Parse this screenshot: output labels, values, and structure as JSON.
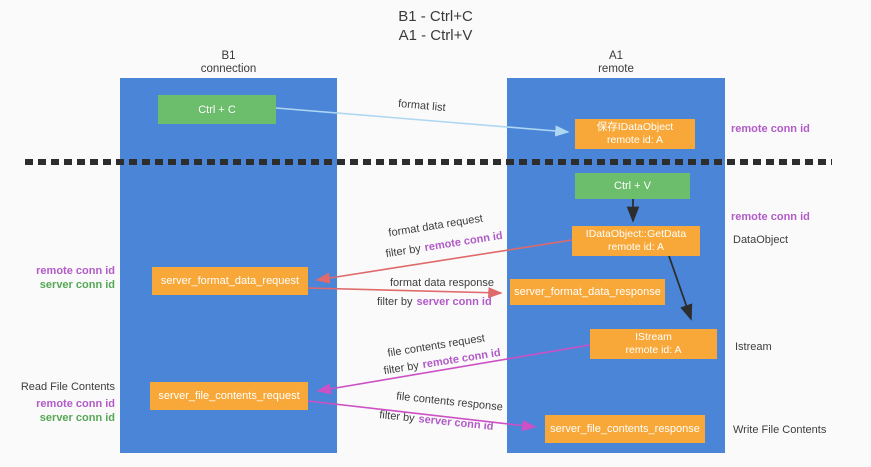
{
  "title": {
    "line1": "B1 - Ctrl+C",
    "line2": "A1 - Ctrl+V"
  },
  "columns": {
    "left": {
      "name_line": "B1",
      "role_line": "connection"
    },
    "right": {
      "name_line": "A1",
      "role_line": "remote"
    }
  },
  "nodes": {
    "ctrl_c": "Ctrl + C",
    "ctrl_v": "Ctrl + V",
    "save_dataobject": {
      "line1": "保存IDataObject",
      "line2": "remote id: A"
    },
    "getdata": {
      "line1": "IDataObject::GetData",
      "line2": "remote id: A"
    },
    "istream": {
      "line1": "IStream",
      "line2": "remote id: A"
    },
    "server_format_data_request": "server_format_data_request",
    "server_format_data_response": "server_format_data_response",
    "server_file_contents_request": "server_file_contents_request",
    "server_file_contents_response": "server_file_contents_response"
  },
  "edge_labels": {
    "format_list": "format list",
    "format_data_request": "format data request",
    "format_data_response": "format data response",
    "file_contents_request": "file contents request",
    "file_contents_response": "file contents response",
    "filter_by": "filter by",
    "remote_conn_id": "remote conn id",
    "server_conn_id": "server conn id"
  },
  "side_labels": {
    "right_remote_conn_id_top": "remote conn id",
    "right_remote_conn_id_mid": "remote conn id",
    "right_dataobject": "DataObject",
    "right_istream": "Istream",
    "right_write_file_contents": "Write File Contents",
    "left_remote_conn_id_top": "remote conn id",
    "left_server_conn_id_top": "server conn id",
    "left_read_file_contents": "Read File Contents",
    "left_remote_conn_id_bottom": "remote conn id",
    "left_server_conn_id_bottom": "server conn id"
  },
  "colors": {
    "column_blue": "#4a85d8",
    "node_green": "#6cbd6c",
    "node_orange": "#f7a838",
    "arrow_light_blue": "#aed7f2",
    "arrow_red": "#e0696a",
    "arrow_magenta": "#cd50c5",
    "arrow_black": "#2d2d2d",
    "text_purple": "#b25bc8",
    "text_green": "#55a855"
  }
}
